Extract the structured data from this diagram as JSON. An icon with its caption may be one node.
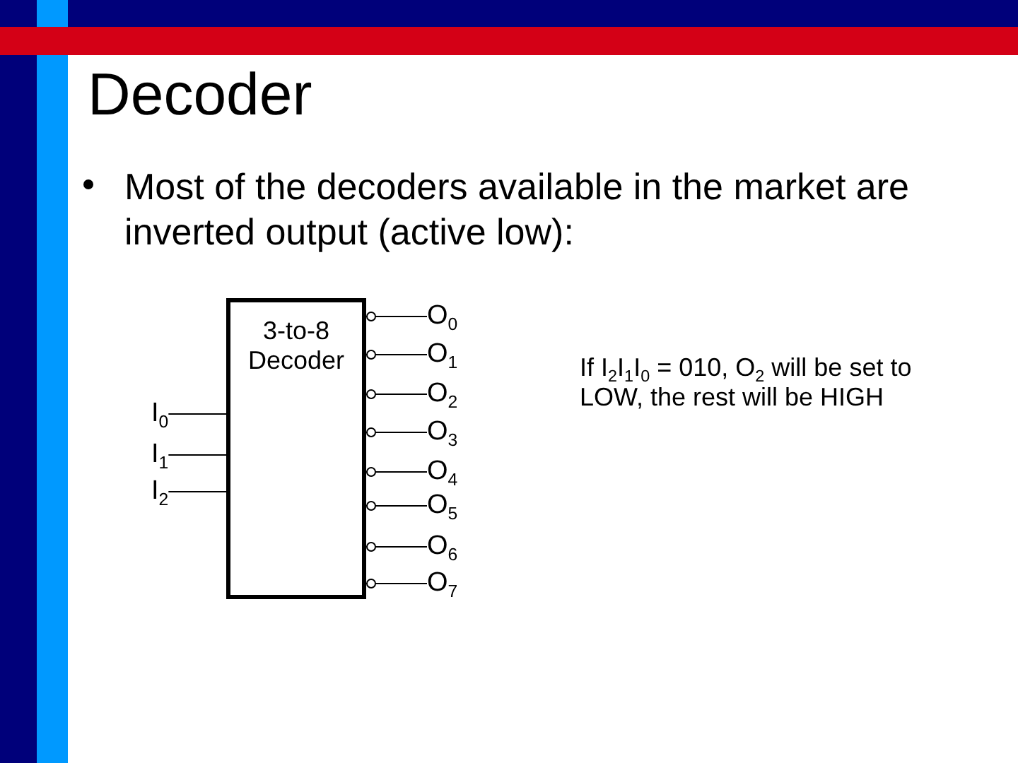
{
  "diagram": {
    "title": "Decoder",
    "nodes": [
      {
        "text": [
          "3-to-8 Decoder"
        ]
      },
      {
        "text": [
          "I$_{0}$"
        ]
      },
      {
        "text": [
          "I$_{1}$"
        ]
      },
      {
        "text": [
          "I$_{2}$"
        ]
      },
      {
        "text": [
          "O$_{0}$"
        ]
      },
      {
        "text": [
          "O$_{1}$"
        ]
      },
      {
        "text": [
          "O$_{2}$"
        ]
      },
      {
        "text": [
          "O$_{3}$"
        ]
      },
      {
        "text": [
          "O$_{4}$"
        ]
      },
      {
        "text": [
          "O$_{5}$"
        ]
      },
      {
        "text": [
          "O$_{6}$"
        ]
      },
      {
        "text": [
          "O$_{7}$"
        ]
      }
    ],
    "edges": [
      {
        "from": 1,
        "to": 0,
        "arrow": "none"
      },
      {
        "from": 2,
        "to": 0,
        "arrow": "none"
      },
      {
        "from": 3,
        "to": 0,
        "arrow": "none"
      },
      {
        "from": 0,
        "to": 4,
        "arrow": "other"
      },
      {
        "from": 0,
        "to": 5,
        "arrow": "other"
      },
      {
        "from": 0,
        "to": 6,
        "arrow": "other"
      },
      {
        "from": 0,
        "to": 7,
        "arrow": "other"
      },
      {
        "from": 0,
        "to": 8,
        "arrow": "other"
      },
      {
        "from": 0,
        "to": 9,
        "arrow": "other"
      },
      {
        "from": 0,
        "to": 10,
        "arrow": "other"
      },
      {
        "from": 0,
        "to": 11,
        "arrow": "other"
      }
    ],
    "labels": [
      "Most of the decoders available in the market are inverted output (active low):",
      "If I$_{2}$I$_{1}$I$_{0}$ = 010, O$_{2}$ will be set to LOW, the rest will be HIGH"
    ]
  }
}
